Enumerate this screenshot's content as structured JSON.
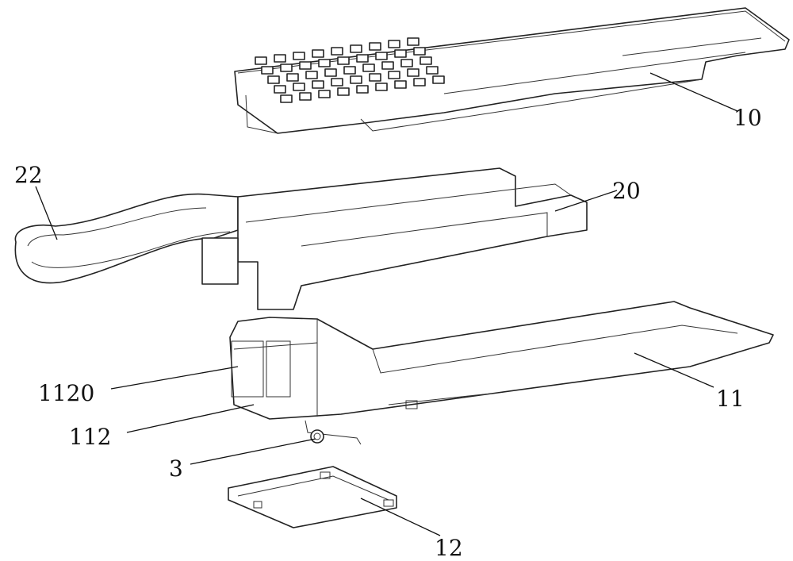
{
  "figure": {
    "labels": {
      "part_10": "10",
      "part_20": "20",
      "part_22": "22",
      "part_11": "11",
      "part_1120": "1120",
      "part_112": "112",
      "part_3": "3",
      "part_12": "12"
    }
  }
}
